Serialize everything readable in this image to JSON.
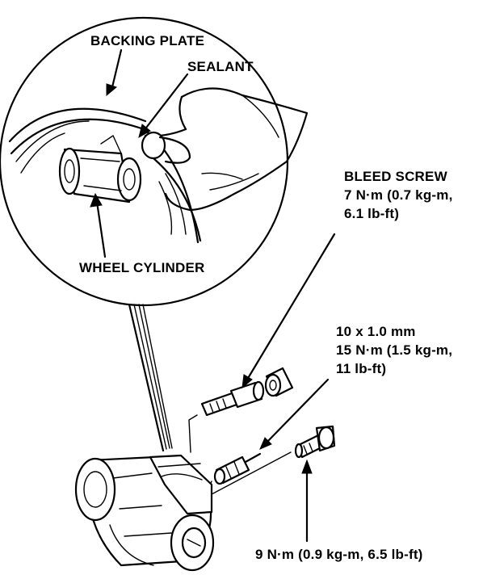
{
  "labels": {
    "backing_plate": "BACKING PLATE",
    "sealant": "SEALANT",
    "wheel_cylinder": "WHEEL CYLINDER",
    "bleed_screw": {
      "line1": "BLEED SCREW",
      "line2": "7 N·m (0.7 kg-m,",
      "line3": "6.1 lb-ft)"
    },
    "fitting": {
      "line1": "10 x 1.0 mm",
      "line2": "15 N·m (1.5 kg-m,",
      "line3": "11 lb-ft)"
    },
    "bolt_torque": "9 N·m (0.9 kg-m, 6.5 lb-ft)"
  }
}
